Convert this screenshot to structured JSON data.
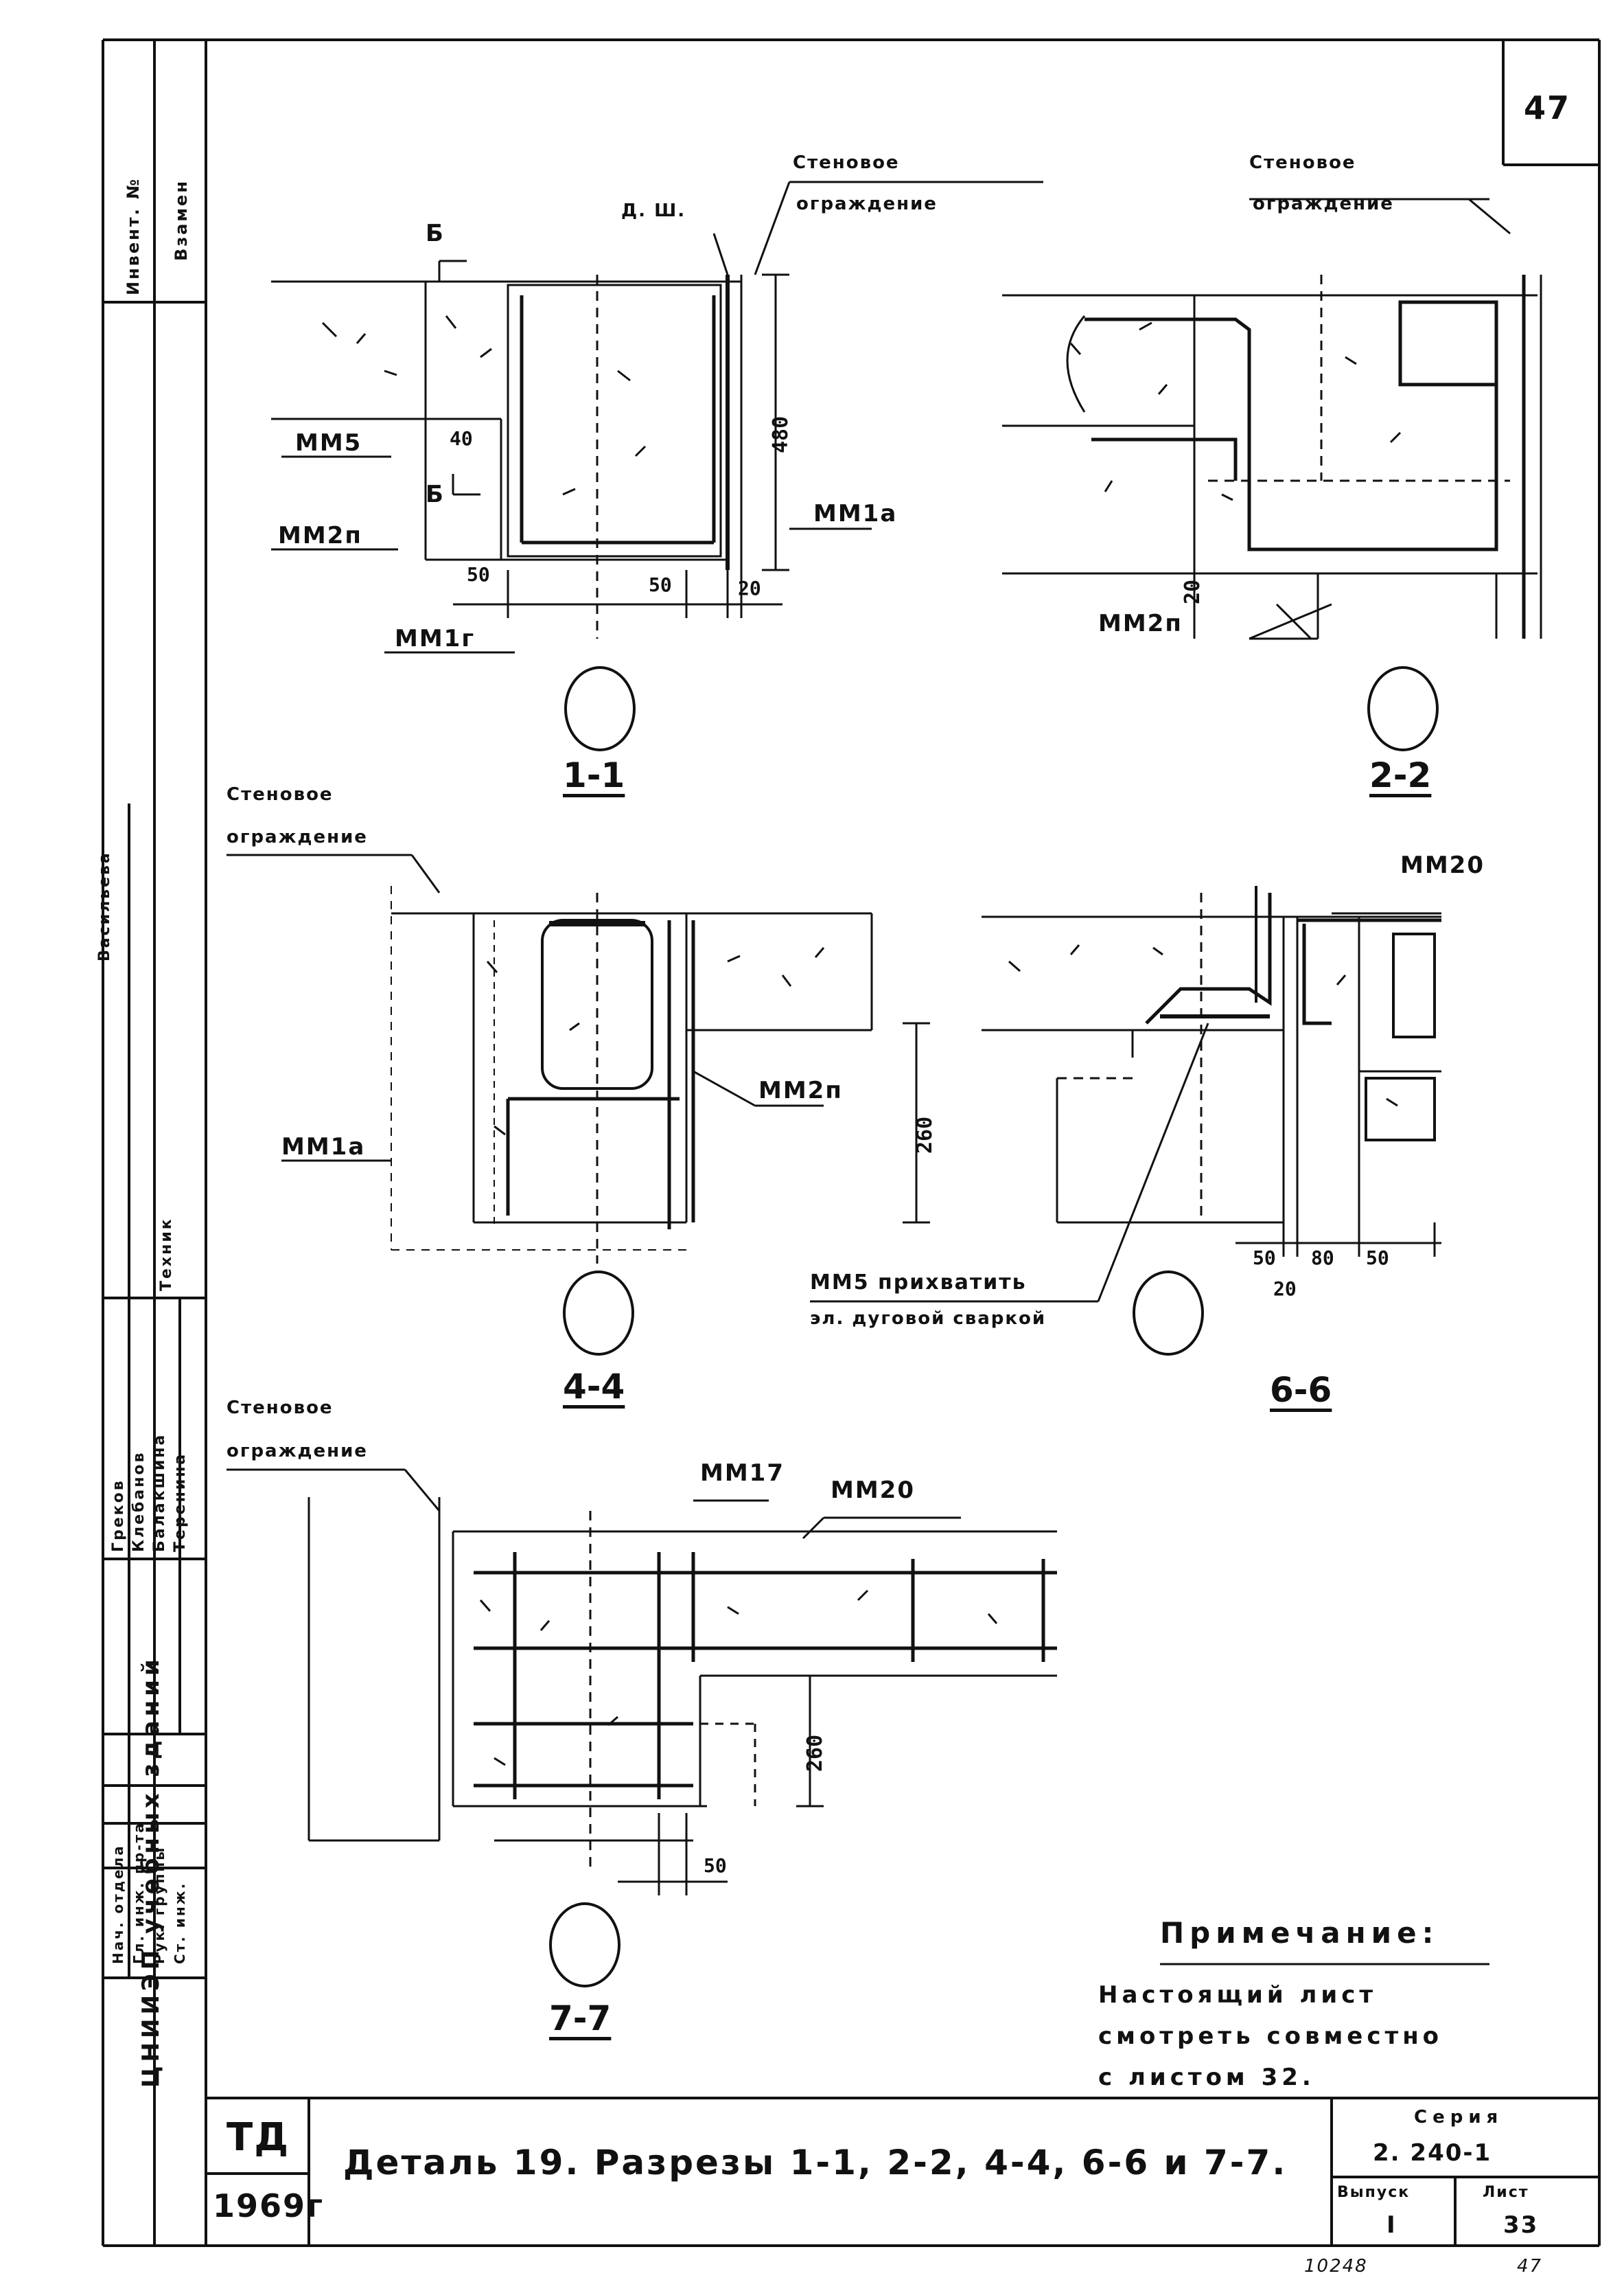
{
  "sheet": {
    "page_number": "47",
    "title": "Деталь 19. Разрезы 1-1, 2-2, 4-4, 6-6 и 7-7.",
    "org_code": "ТД",
    "year": "1969г",
    "org_name": "ЦНИИЭП учебных зданий",
    "series_label": "Серия",
    "series_value": "2. 240-1",
    "issue_label": "Выпуск",
    "issue_value": "I",
    "sheet_label": "Лист",
    "sheet_value": "33",
    "bottom_code": "10248",
    "bottom_page": "47"
  },
  "left_strip": {
    "inventory": "Инвент. №",
    "replaces": "Взамен"
  },
  "stamp": {
    "roles": [
      "Нач. отдела",
      "Гл. инж. пр-та",
      "Рук. группы",
      "Ст. инж.",
      "Техник"
    ],
    "names": [
      "Греков",
      "Клебанов",
      "Балакшина",
      "Теренина",
      "Васильева"
    ]
  },
  "sections": {
    "s11": {
      "label": "1-1",
      "wall_label_1": "Стеновое",
      "wall_label_2": "ограждение",
      "dm": "Д. Ш.",
      "mark_b_top": "Б",
      "mark_b_bot": "Б",
      "mm5": "ММ5",
      "mm2p": "ММ2п",
      "mm1a": "ММ1а",
      "mm1g": "ММ1г",
      "d480": "480",
      "d40": "40",
      "d50a": "50",
      "d50b": "50",
      "d20": "20"
    },
    "s22": {
      "label": "2-2",
      "wall_label_1": "Стеновое",
      "wall_label_2": "ограждение",
      "mm2p": "ММ2п",
      "d20": "20"
    },
    "s44": {
      "label": "4-4",
      "wall_label_1": "Стеновое",
      "wall_label_2": "ограждение",
      "mm1a": "ММ1а",
      "mm2p": "ММ2п"
    },
    "s66": {
      "label": "6-6",
      "mm20": "ММ20",
      "d260": "260",
      "d50a": "50",
      "d80": "80",
      "d50b": "50",
      "d20": "20",
      "weld_1": "ММ5 прихватить",
      "weld_2": "эл. дуговой сваркой"
    },
    "s77": {
      "label": "7-7",
      "wall_label_1": "Стеновое",
      "wall_label_2": "ограждение",
      "mm17": "ММ17",
      "mm20": "ММ20",
      "d260": "260",
      "d50": "50"
    }
  },
  "note": {
    "heading": "Примечание:",
    "line1": "Настоящий лист",
    "line2": "смотреть совместно",
    "line3": "с листом 32."
  }
}
